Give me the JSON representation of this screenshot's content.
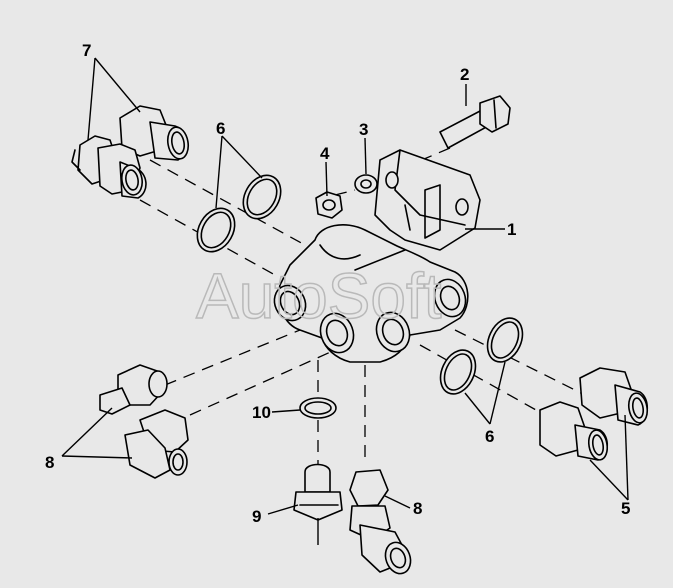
{
  "watermark": "AutoSoft",
  "callouts": {
    "c1": "1",
    "c2": "2",
    "c3": "3",
    "c4": "4",
    "c5": "5",
    "c6_top": "6",
    "c6_right": "6",
    "c7": "7",
    "c8_left": "8",
    "c8_bottom": "8",
    "c9": "9",
    "c10": "10"
  },
  "colors": {
    "background": "#e8e8e8",
    "line": "#000000",
    "watermark": "#b9b9b9"
  }
}
